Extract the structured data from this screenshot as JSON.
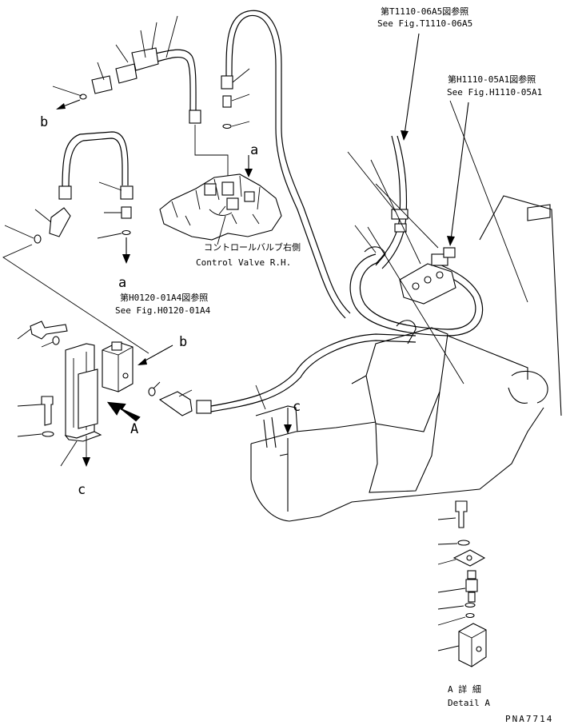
{
  "references": {
    "t1110_jp": "第T1110-06A5図参照",
    "t1110_en": "See Fig.T1110-06A5",
    "h1110_jp": "第H1110-05A1図参照",
    "h1110_en": "See Fig.H1110-05A1",
    "h0120_jp": "第H0120-01A4図参照",
    "h0120_en": "See Fig.H0120-01A4"
  },
  "control_valve": {
    "jp": "コントロールバルブ右側",
    "en": "Control Valve R.H."
  },
  "markers": {
    "a": "a",
    "b": "b",
    "c": "c",
    "A": "A"
  },
  "detail": {
    "jp": "A 詳 細",
    "en": "Detail A"
  },
  "drawing_code": "PNA7714"
}
